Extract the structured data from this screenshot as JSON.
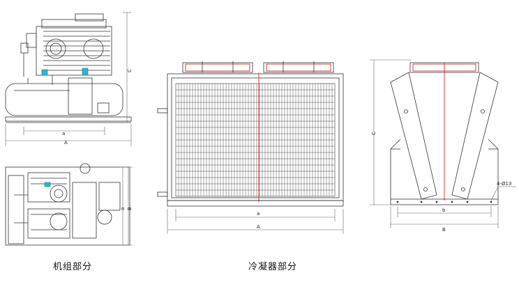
{
  "captions": {
    "unit": "机组部分",
    "condenser": "冷凝器部分"
  },
  "dimension_labels": {
    "a": "a",
    "A": "A",
    "C": "C",
    "b": "b",
    "B": "B",
    "bolt_hole": "4-Ø13"
  },
  "colors": {
    "line": "#333333",
    "accent_red": "#cc2a2a",
    "accent_cyan": "#2bb6c9"
  }
}
